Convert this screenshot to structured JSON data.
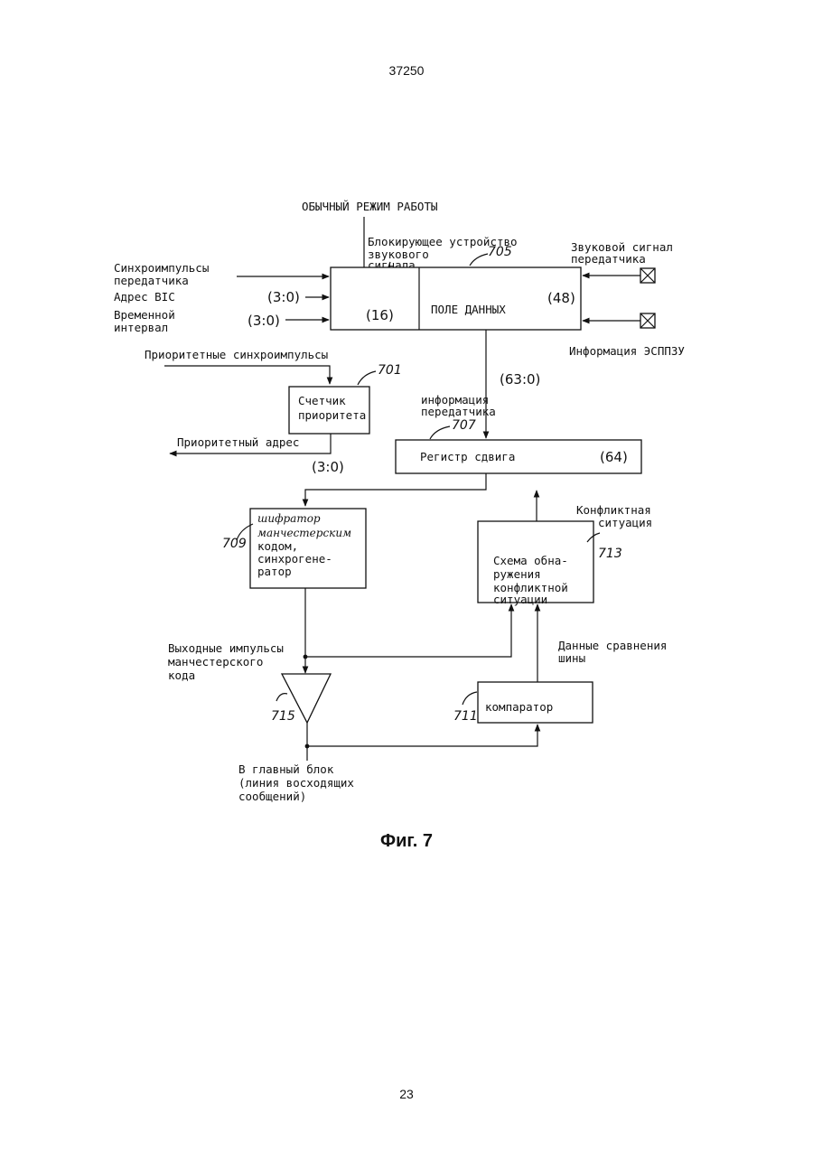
{
  "page": {
    "number_top": "37250",
    "number_bottom": "23",
    "caption": "Фиг. 7"
  },
  "diagram": {
    "top_label": "ОБЫЧНЫЙ РЕЖИМ РАБОТЫ",
    "block_label_1": "Блокирующее устройство",
    "block_label_2": "звукового",
    "block_label_3": "сигнала",
    "inputs_left": {
      "sync_1": "Синхроимпульсы",
      "sync_2": "передатчика",
      "bic_address": "Адрес BIC",
      "bic_width": "(3:0)",
      "time_slot_1": "Временной",
      "time_slot_2": "интервал",
      "time_slot_width": "(3:0)"
    },
    "main_register": {
      "ref": "705",
      "field_small": "(16)",
      "data_field": "ПОЛЕ ДАННЫХ",
      "data_width": "(48)"
    },
    "inputs_right": {
      "audio_1": "Звуковой сигнал",
      "audio_2": "передатчика",
      "eeprom": "Информация ЭСППЗУ"
    },
    "priority_sync": "Приоритетные синхроимпульсы",
    "priority_counter": {
      "ref": "701",
      "line1": "Счетчик",
      "line2": "приоритета"
    },
    "priority_address": "Приоритетный адрес",
    "priority_address_width": "(3:0)",
    "bus_width": "(63:0)",
    "tx_info_1": "информация",
    "tx_info_2": "передатчика",
    "shift_register": {
      "ref": "707",
      "label": "Регистр сдвига",
      "width": "(64)"
    },
    "encoder": {
      "ref": "709",
      "hand_1": "шифратор",
      "hand_2": "манчестерским",
      "line3": "кодом,",
      "line4": "синхрогене-",
      "line5": "ратор"
    },
    "conflict": {
      "ref": "713",
      "label_1": "Конфликтная",
      "label_2": "ситуация",
      "box_1": "Схема обна-",
      "box_2": "ружения",
      "box_3": "конфликтной",
      "box_4": "ситуации"
    },
    "output_pulses_1": "Выходные импульсы",
    "output_pulses_2": "манчестерского",
    "output_pulses_3": "кода",
    "bus_compare_1": "Данные сравнения",
    "bus_compare_2": "шины",
    "comparator": {
      "ref": "711",
      "label": "компаратор"
    },
    "driver": {
      "ref": "715"
    },
    "to_main_1": "В главный блок",
    "to_main_2": "(линия восходящих",
    "to_main_3": "сообщений)"
  }
}
